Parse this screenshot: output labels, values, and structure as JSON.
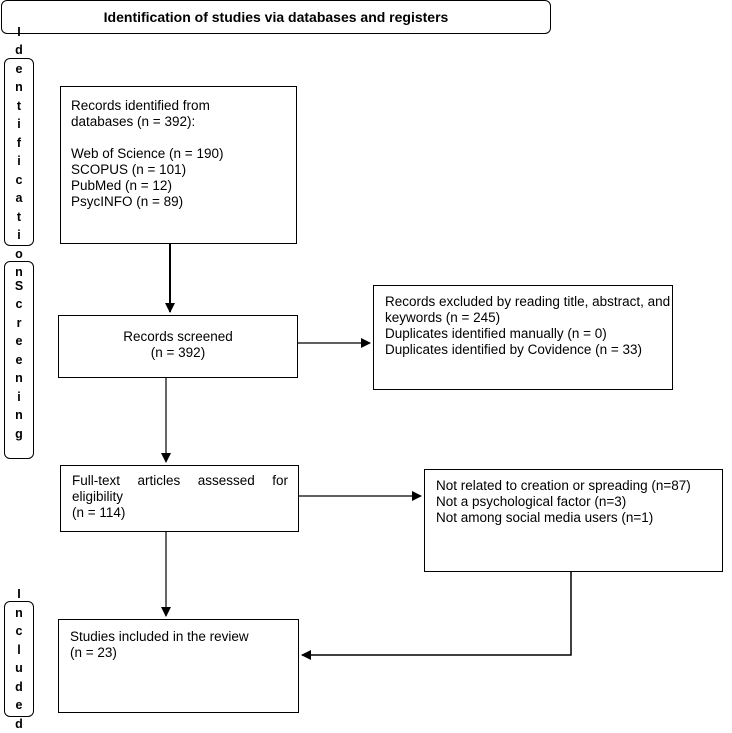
{
  "header": {
    "title": "Identification of studies via databases and registers"
  },
  "stages": {
    "identification": "Identification",
    "screening": "Screening",
    "included": "Included"
  },
  "boxes": {
    "records_identified": {
      "line1": "Records identified from",
      "line2": "databases (n = 392):",
      "line3": "Web of Science (n = 190)",
      "line4": "SCOPUS (n = 101)",
      "line5": "PubMed (n = 12)",
      "line6": "PsycINFO (n = 89)"
    },
    "records_screened": {
      "line1": "Records screened",
      "line2": "(n = 392)"
    },
    "records_excluded": {
      "line1": "Records excluded by reading title, abstract, and",
      "line2": "keywords (n = 245)",
      "line3": "Duplicates identified manually (n = 0)",
      "line4": "Duplicates identified by Covidence (n = 33)"
    },
    "fulltext_assessed": {
      "line1": "Full-text articles assessed for",
      "line2": "eligibility",
      "line3": "(n = 114)"
    },
    "fulltext_excluded": {
      "line1": "Not related to creation or spreading (n=87)",
      "line2": "Not a psychological factor (n=3)",
      "line3": "Not among social media users (n=1)"
    },
    "studies_included": {
      "line1": "Studies included in the review",
      "line2": "(n = 23)"
    }
  }
}
